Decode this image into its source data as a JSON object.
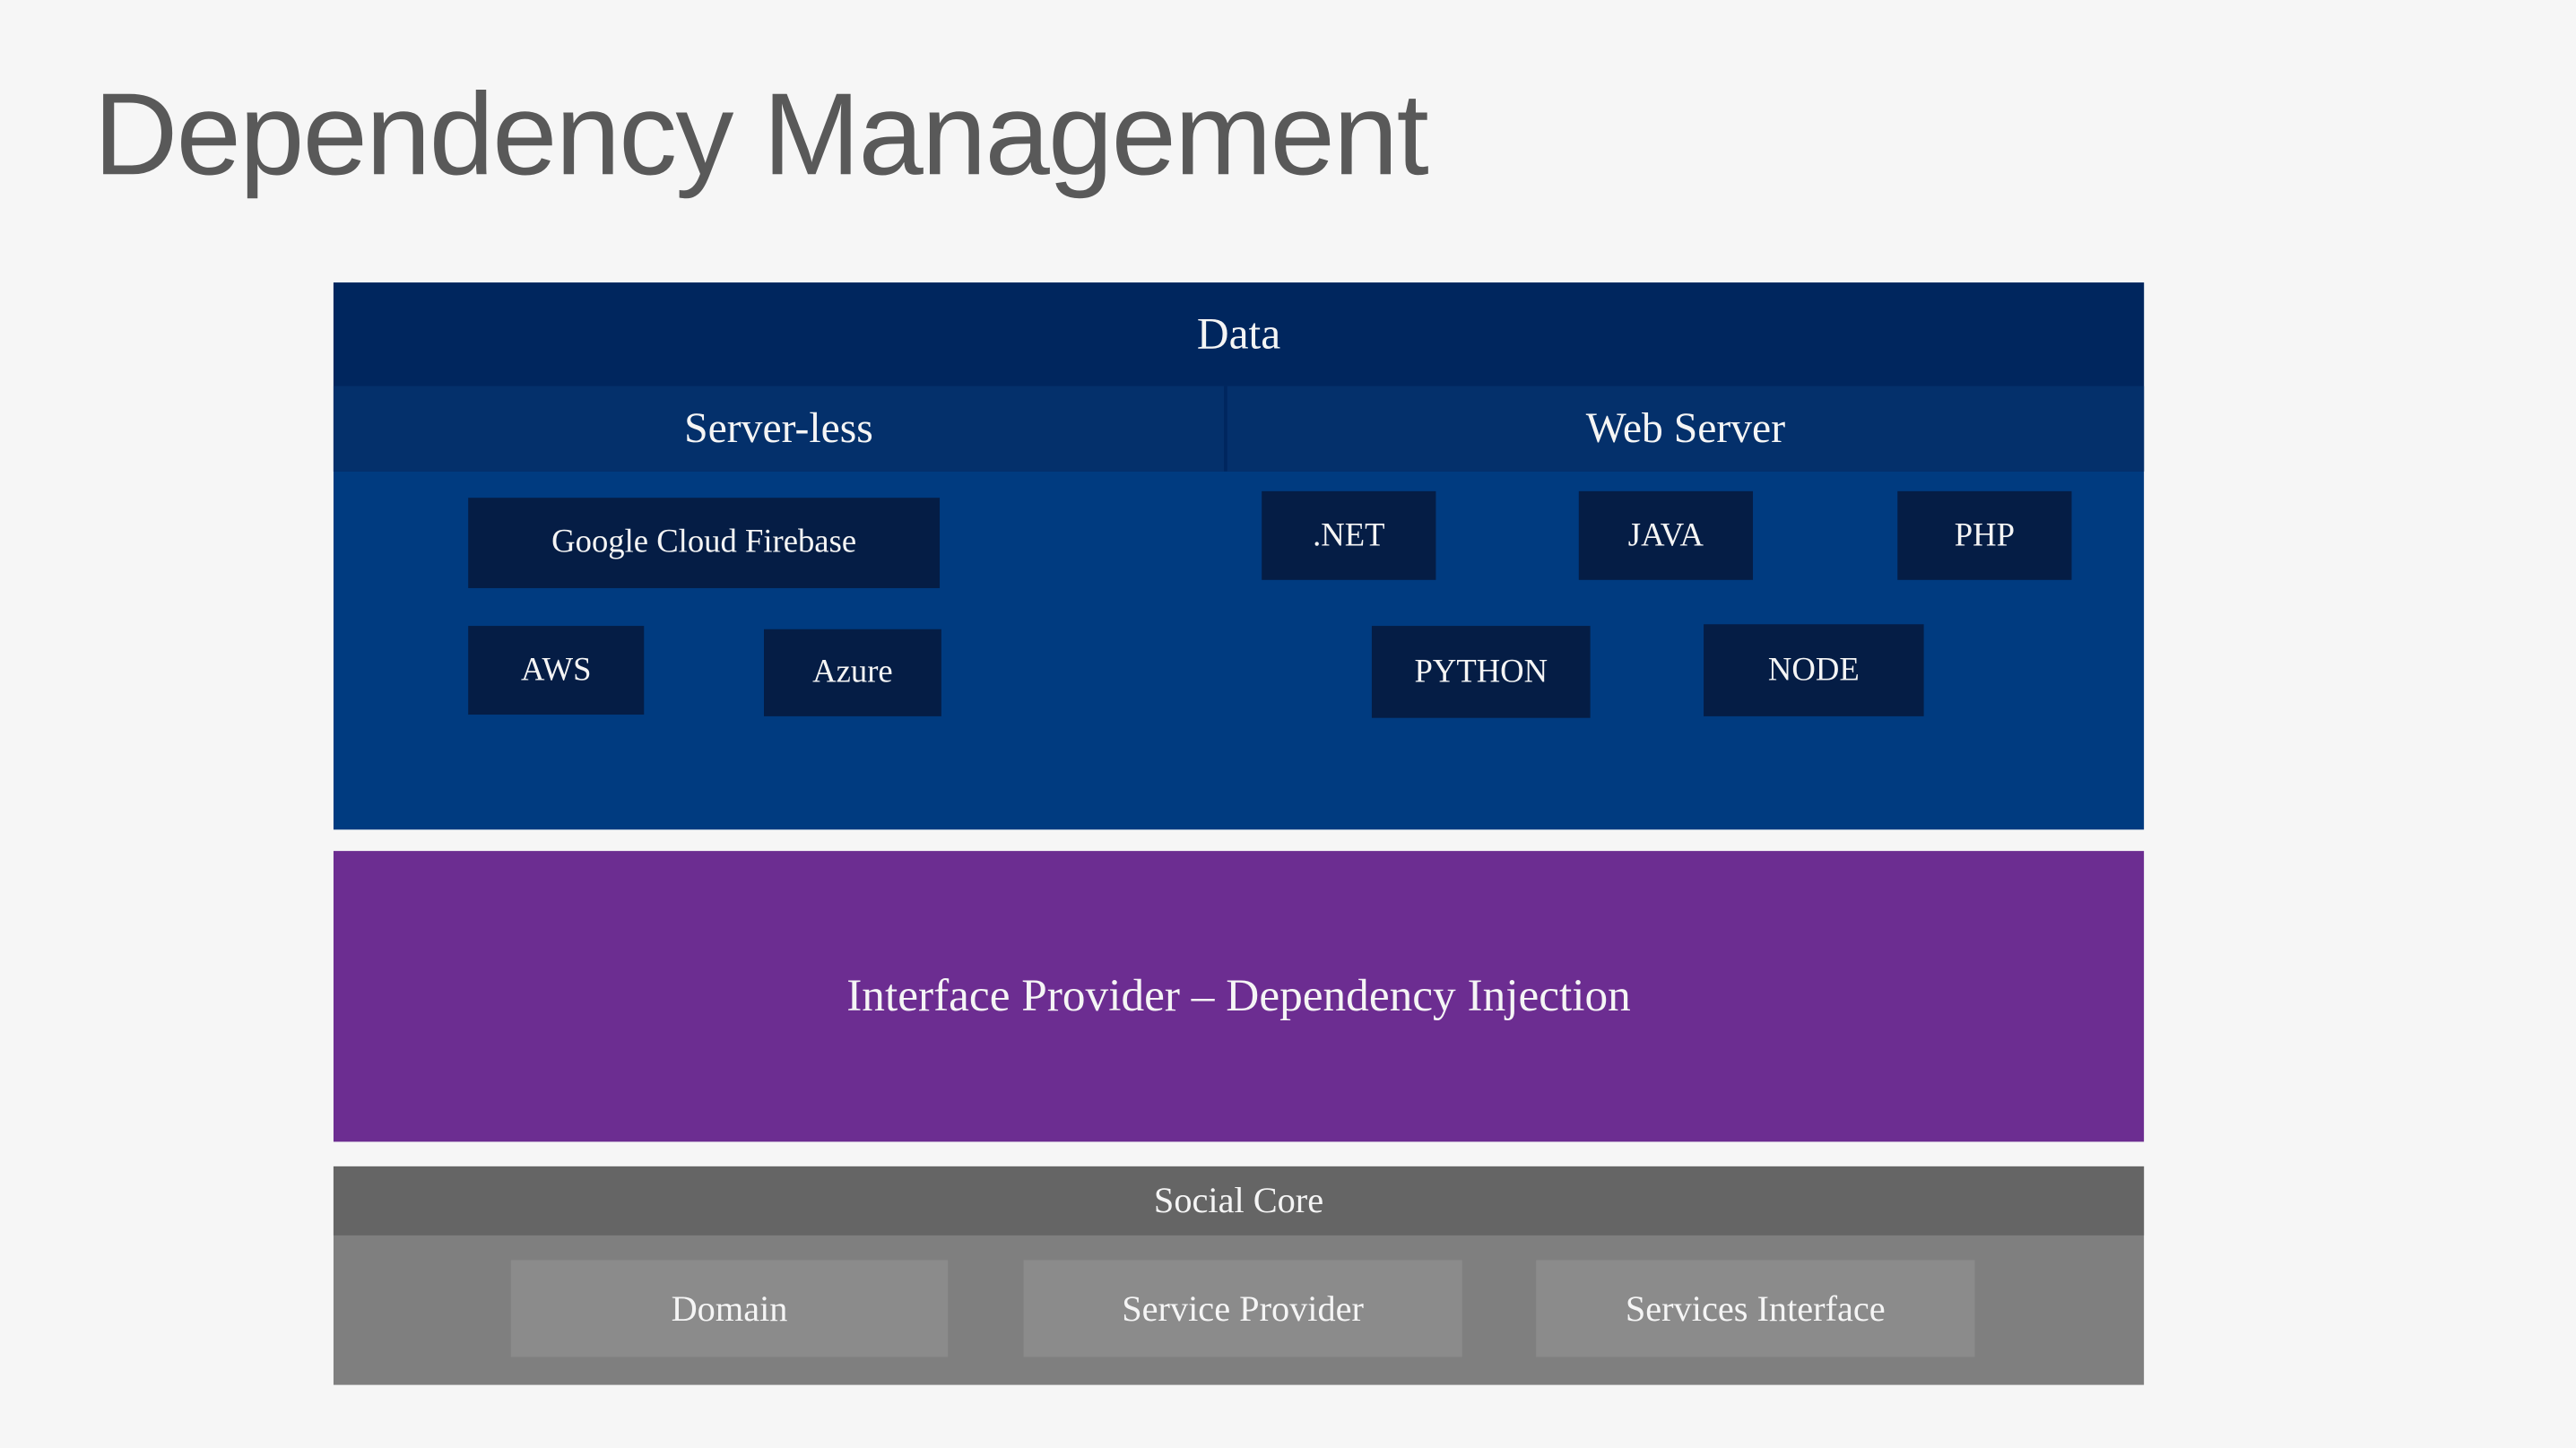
{
  "slide": {
    "title": "Dependency Management"
  },
  "data_layer": {
    "title": "Data",
    "groups": [
      {
        "label": "Server-less",
        "items": [
          "Google Cloud Firebase",
          "AWS",
          "Azure"
        ]
      },
      {
        "label": "Web Server",
        "items": [
          ".NET",
          "JAVA",
          "PHP",
          "PYTHON",
          "NODE"
        ]
      }
    ]
  },
  "interface_layer": {
    "label": "Interface Provider – Dependency Injection"
  },
  "social_layer": {
    "title": "Social Core",
    "items": [
      "Domain",
      "Service Provider",
      "Services Interface"
    ]
  },
  "colors": {
    "bg": "#f6f6f6",
    "title": "#595959",
    "navy-header": "#00265e",
    "navy-subheader": "#04306b",
    "navy-body": "#003b80",
    "navy-box": "#051d45",
    "purple": "#6c2d91",
    "gray-header": "#656565",
    "gray-body": "#7f7f7f",
    "gray-box": "#8b8b8b",
    "text-light": "#f5f5f5"
  }
}
